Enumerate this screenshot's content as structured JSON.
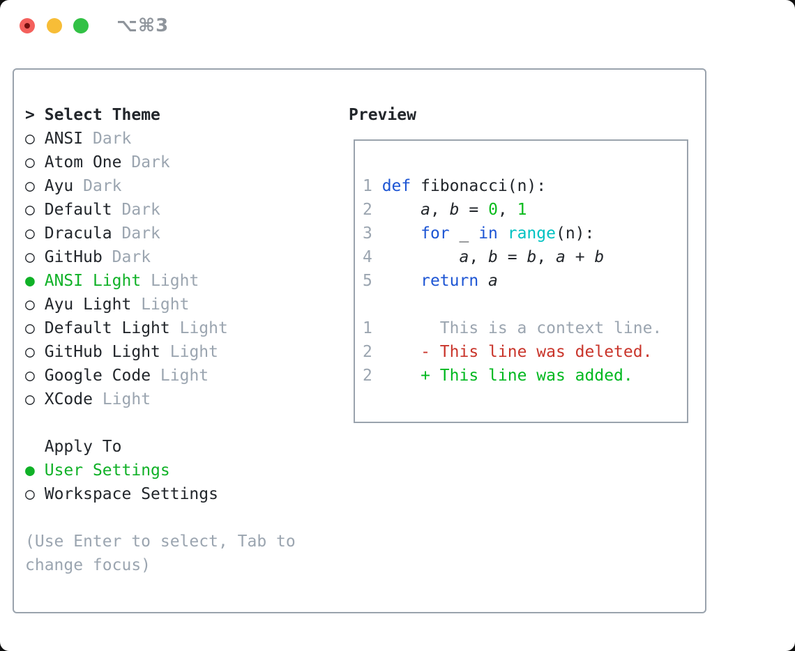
{
  "window": {
    "title": "⌥⌘3"
  },
  "colors": {
    "text": "#22262b",
    "muted": "#9ba5b0",
    "border": "#9aa3ad",
    "title_gray": "#8f959c",
    "selection_green": "#10b127",
    "added_green": "#00b81f",
    "deleted_red": "#c9352b",
    "keyword_blue": "#1d55d4",
    "function_cyan": "#00c2c2",
    "literal_green": "#0abb1c",
    "traffic_red": "#f4605c",
    "traffic_red_dot": "#75100e",
    "traffic_yellow": "#f7bd37",
    "traffic_green": "#32c145"
  },
  "theme_picker": {
    "header_bullet": ">",
    "header": "Select Theme",
    "bullet_unselected": "○",
    "bullet_selected": "●",
    "items": [
      {
        "name": "ANSI",
        "tag": "Dark",
        "selected": false
      },
      {
        "name": "Atom One",
        "tag": "Dark",
        "selected": false
      },
      {
        "name": "Ayu",
        "tag": "Dark",
        "selected": false
      },
      {
        "name": "Default",
        "tag": "Dark",
        "selected": false
      },
      {
        "name": "Dracula",
        "tag": "Dark",
        "selected": false
      },
      {
        "name": "GitHub",
        "tag": "Dark",
        "selected": false
      },
      {
        "name": "ANSI Light",
        "tag": "Light",
        "selected": true
      },
      {
        "name": "Ayu Light",
        "tag": "Light",
        "selected": false
      },
      {
        "name": "Default Light",
        "tag": "Light",
        "selected": false
      },
      {
        "name": "GitHub Light",
        "tag": "Light",
        "selected": false
      },
      {
        "name": "Google Code",
        "tag": "Light",
        "selected": false
      },
      {
        "name": "XCode",
        "tag": "Light",
        "selected": false
      }
    ]
  },
  "apply_to": {
    "header": "Apply To",
    "items": [
      {
        "name": "User Settings",
        "selected": true
      },
      {
        "name": "Workspace Settings",
        "selected": false
      }
    ]
  },
  "hint": {
    "line1": "(Use Enter to select, Tab to",
    "line2": "change focus)"
  },
  "preview": {
    "header": "Preview",
    "lines": [
      {
        "tokens": [
          [
            "1 ",
            "ln"
          ],
          [
            "def ",
            "kw"
          ],
          [
            "fibonacci(n):",
            "pl"
          ]
        ]
      },
      {
        "tokens": [
          [
            "2 ",
            "ln"
          ],
          [
            "    ",
            "pl"
          ],
          [
            "a",
            "v"
          ],
          [
            ", ",
            "pl"
          ],
          [
            "b",
            "v"
          ],
          [
            " = ",
            "pl"
          ],
          [
            "0",
            "lit"
          ],
          [
            ", ",
            "pl"
          ],
          [
            "1",
            "lit"
          ]
        ]
      },
      {
        "tokens": [
          [
            "3 ",
            "ln"
          ],
          [
            "    ",
            "pl"
          ],
          [
            "for ",
            "kw"
          ],
          [
            "_ ",
            "pl"
          ],
          [
            "in ",
            "kw"
          ],
          [
            "range",
            "fn"
          ],
          [
            "(n):",
            "pl"
          ]
        ]
      },
      {
        "tokens": [
          [
            "4 ",
            "ln"
          ],
          [
            "        ",
            "pl"
          ],
          [
            "a",
            "v"
          ],
          [
            ", ",
            "pl"
          ],
          [
            "b",
            "v"
          ],
          [
            " = ",
            "pl"
          ],
          [
            "b",
            "v"
          ],
          [
            ", ",
            "pl"
          ],
          [
            "a",
            "v"
          ],
          [
            " + ",
            "pl"
          ],
          [
            "b",
            "v"
          ]
        ]
      },
      {
        "tokens": [
          [
            "5 ",
            "ln"
          ],
          [
            "    ",
            "pl"
          ],
          [
            "return ",
            "kw"
          ],
          [
            "a",
            "v"
          ]
        ]
      },
      {
        "tokens": []
      },
      {
        "tokens": [
          [
            "1       This is a context line.",
            "ln"
          ]
        ]
      },
      {
        "tokens": [
          [
            "2",
            "ln"
          ],
          [
            "     ",
            "pl"
          ],
          [
            "- This line was deleted.",
            "del"
          ]
        ]
      },
      {
        "tokens": [
          [
            "2",
            "ln"
          ],
          [
            "     ",
            "pl"
          ],
          [
            "+ This line was added.",
            "add"
          ]
        ]
      }
    ]
  }
}
